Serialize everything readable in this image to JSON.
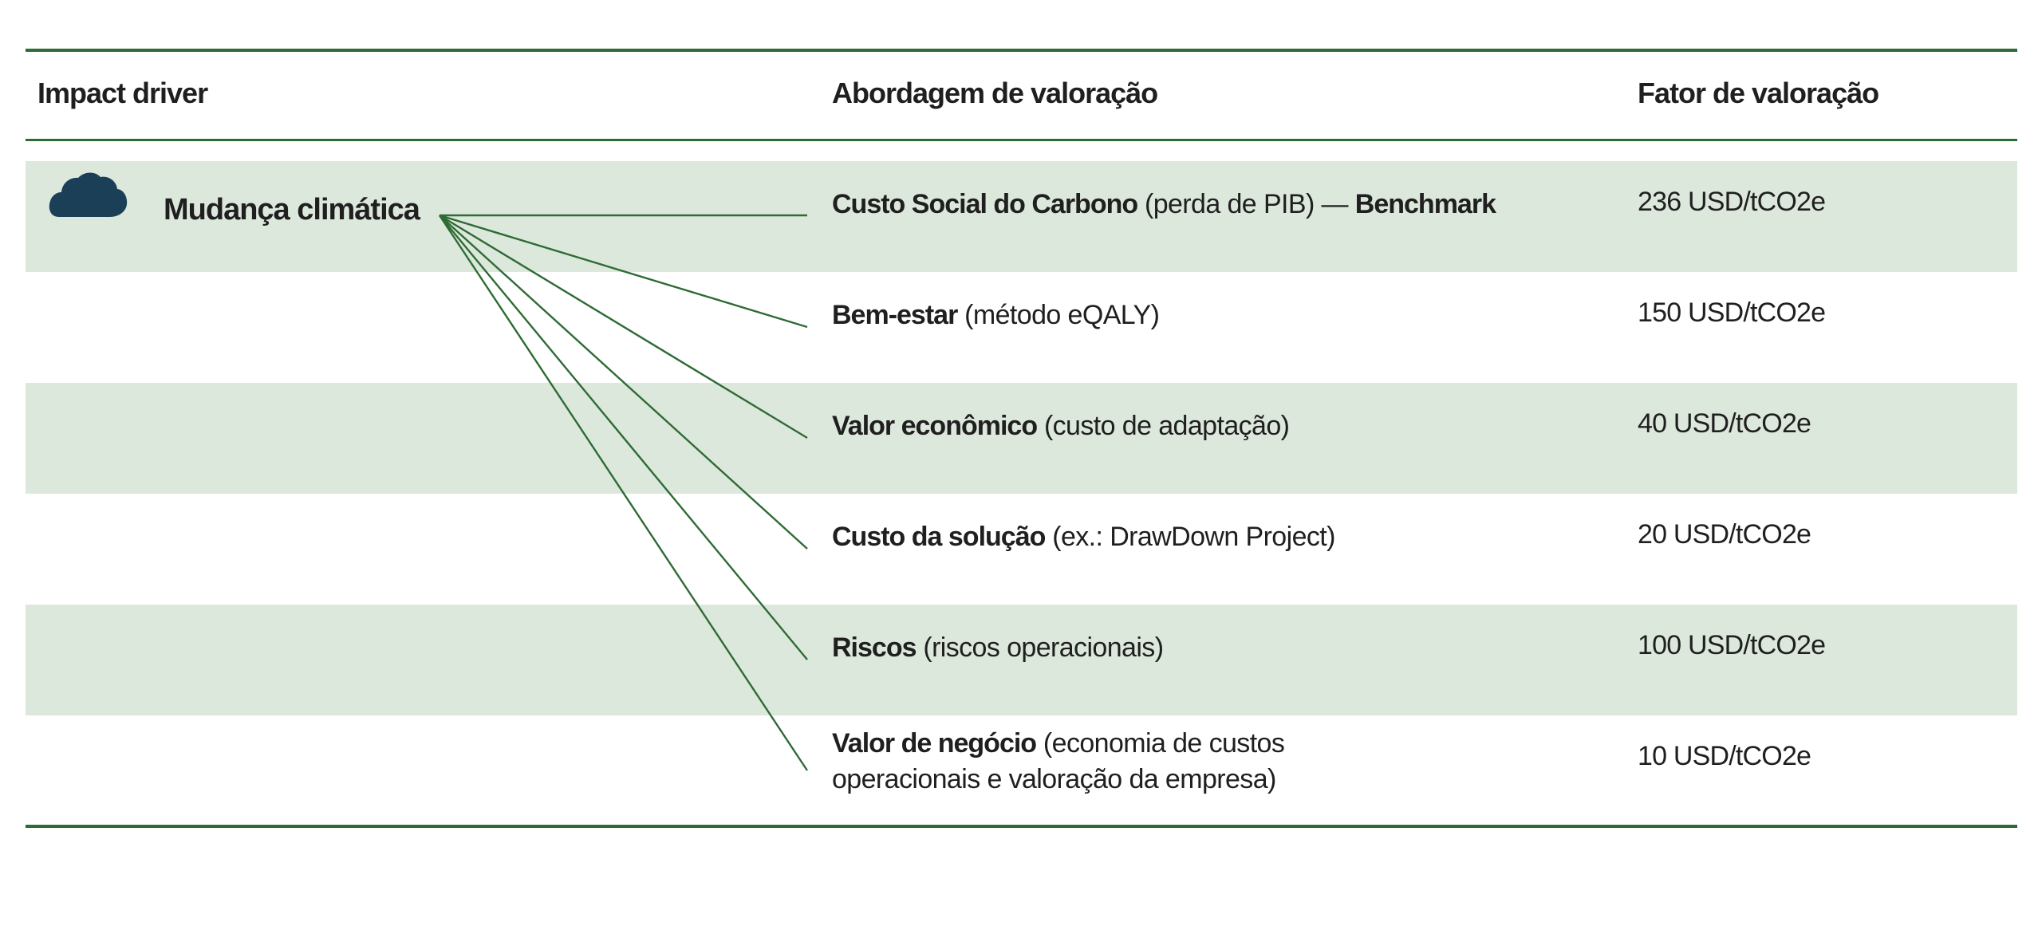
{
  "header": {
    "col_driver": "Impact driver",
    "col_approach": "Abordagem de valoração",
    "col_factor": "Fator de valoração"
  },
  "driver": {
    "label": "Mudança climática",
    "icon": "cloud-icon",
    "icon_color": "#1b3f57"
  },
  "colors": {
    "accent": "#2f6b35",
    "row_shade": "#dde8dd"
  },
  "rows": [
    {
      "bold": "Custo Social do Carbono",
      "rest": " (perda de PIB) — ",
      "bold2": "Benchmark",
      "factor": "236 USD/tCO2e"
    },
    {
      "bold": "Bem-estar",
      "rest": " (método eQALY)",
      "factor": "150 USD/tCO2e"
    },
    {
      "bold": "Valor econômico",
      "rest": " (custo de adaptação)",
      "factor": "40 USD/tCO2e"
    },
    {
      "bold": "Custo da solução",
      "rest": " (ex.: DrawDown Project)",
      "factor": "20 USD/tCO2e"
    },
    {
      "bold": "Riscos",
      "rest": " (riscos operacionais)",
      "factor": "100 USD/tCO2e"
    },
    {
      "bold": "Valor de negócio",
      "rest": " (economia de custos",
      "line2": "operacionais e valoração da empresa)",
      "factor": "10 USD/tCO2e"
    }
  ]
}
